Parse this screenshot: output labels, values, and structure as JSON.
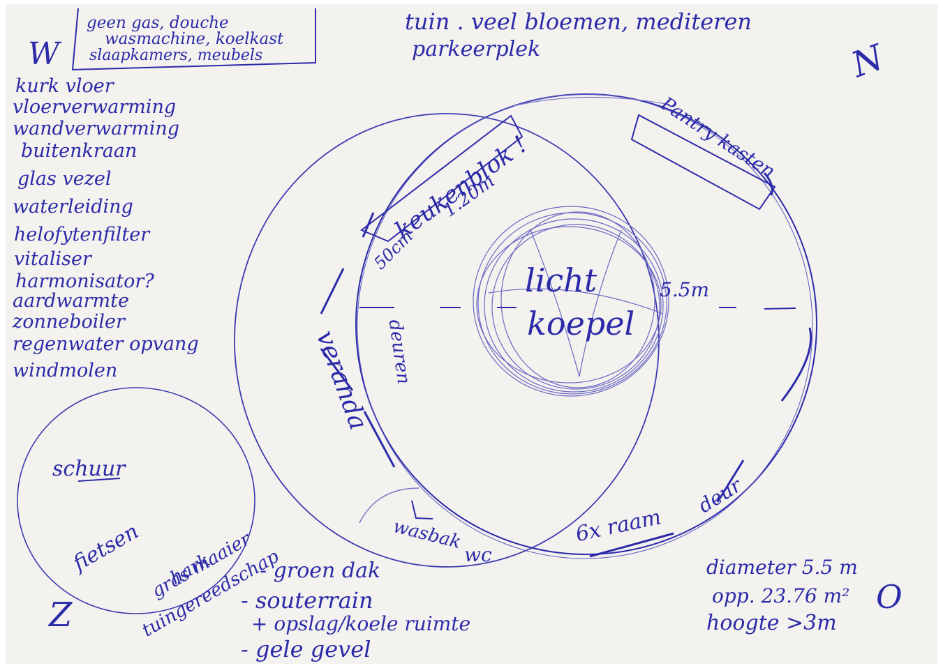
{
  "colors": {
    "paper": "#f4f2ee",
    "ink": "#2b2aa8",
    "ink_light": "#7a78c9"
  },
  "compass": {
    "west": "W",
    "north": "N",
    "south": "Z",
    "east": "O"
  },
  "boxed_note": [
    "geen gas, douche",
    "wasmachine, koelkast",
    "slaapkamers, meubels"
  ],
  "garden_note": [
    "tuin . veel bloemen, mediteren",
    "parkeerplek"
  ],
  "features": [
    "kurk vloer",
    "vloerverwarming",
    "wandverwarming",
    "buitenkraan",
    "glas vezel",
    "waterleiding",
    "helofytenfilter",
    "vitaliser",
    "harmonisator?",
    "aardwarmte",
    "zonneboiler",
    "regenwater opvang",
    "windmolen"
  ],
  "shed": {
    "title": "schuur",
    "bikes": "fietsen",
    "tools": [
      "gras maaier",
      "hark",
      "tuingereedschap"
    ]
  },
  "house": {
    "kitchen": "keukenblok !",
    "kitchen_len": "1.20m",
    "kitchen_depth": "50cm",
    "pantry": "Pantry kasten",
    "skylight": [
      "licht",
      "koepel"
    ],
    "radius": "5.5m",
    "porch": "veranda",
    "doors": "deuren",
    "sink": "wasbak",
    "toilet": "wc",
    "windows": "6x raam",
    "door": "deur"
  },
  "bottom_notes": [
    "- groen dak",
    "- souterrain",
    "+ opslag/koele ruimte",
    "- gele gevel"
  ],
  "specs": [
    "diameter 5.5 m",
    "opp. 23.76 m²",
    "hoogte >3m"
  ]
}
